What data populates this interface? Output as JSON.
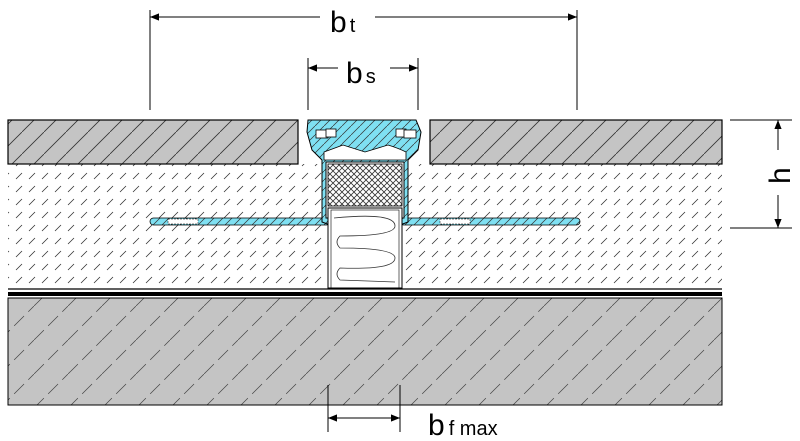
{
  "dimensions": {
    "total_width": {
      "main": "b",
      "sub": "t"
    },
    "slot_width": {
      "main": "b",
      "sub": "s"
    },
    "height": {
      "main": "h"
    },
    "joint_width": {
      "main": "b",
      "sub": "f max"
    }
  },
  "colors": {
    "tile": "#c4c4c4",
    "concrete": "#c4c4c4",
    "profile": "#7fe0f2",
    "line": "#000000"
  }
}
